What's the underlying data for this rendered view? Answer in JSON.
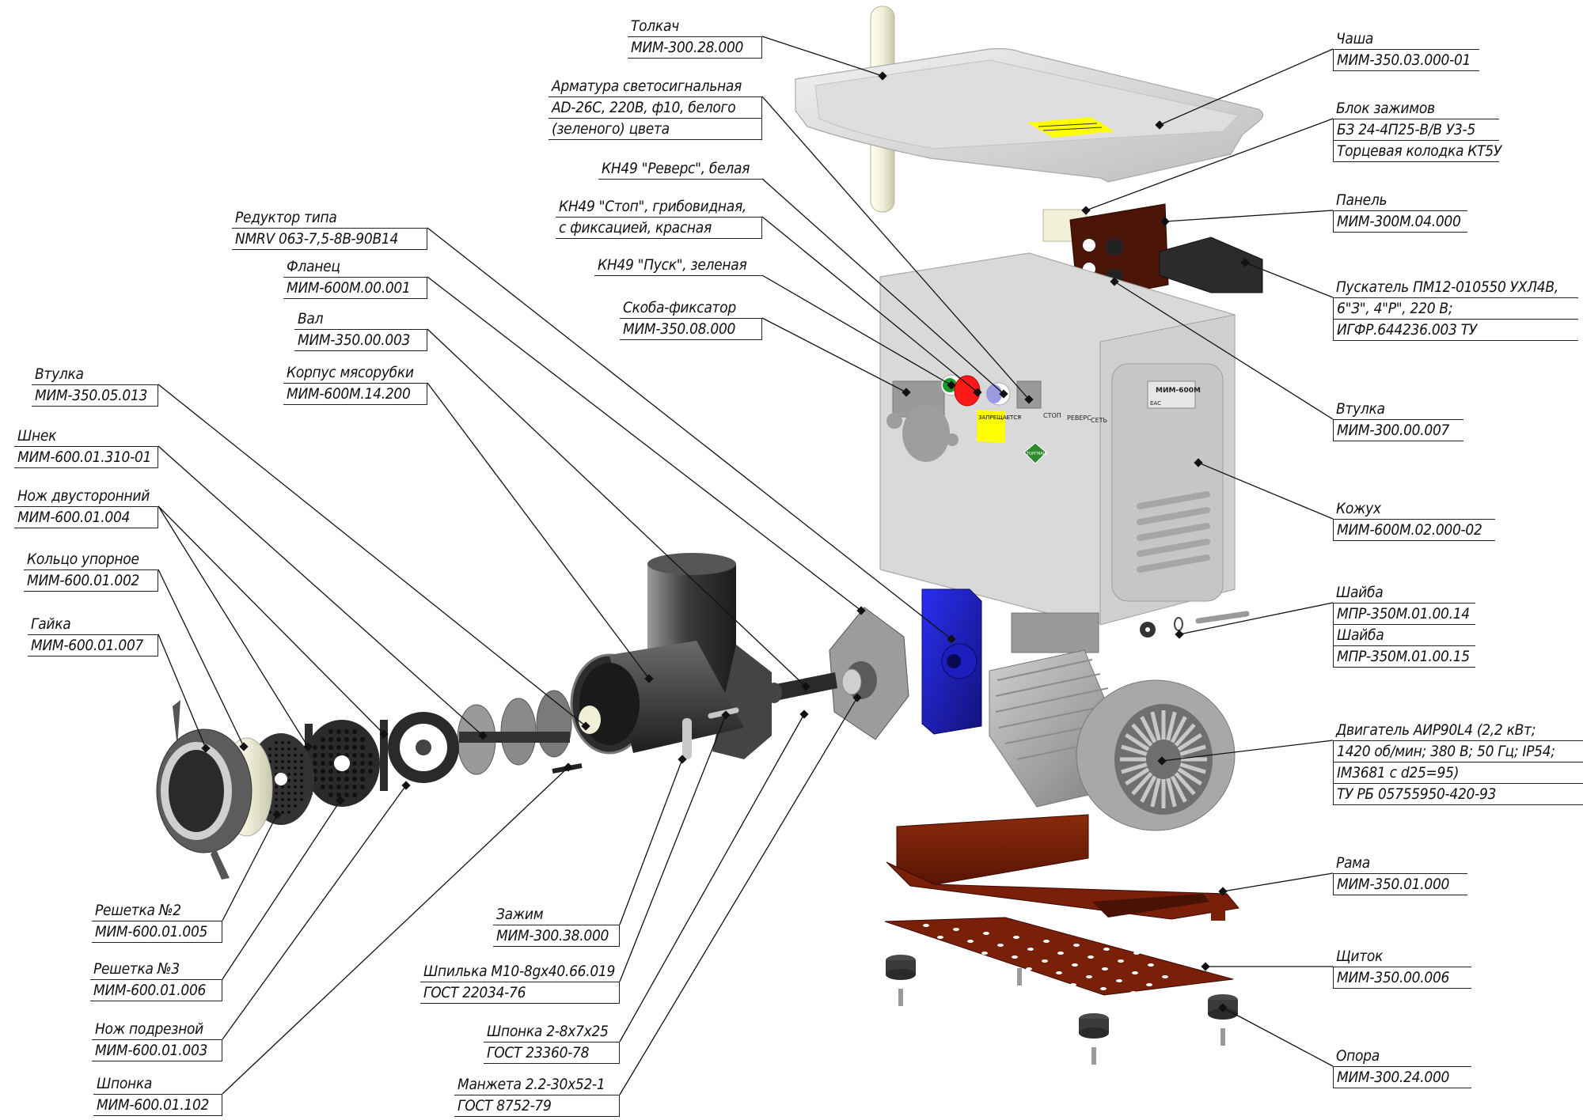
{
  "diagram": {
    "title": "МИМ-600М exploded view",
    "colors": {
      "steel_light": "#dcdcdc",
      "steel_dark": "#3a3a3a",
      "gearbox_blue": "#1f22d6",
      "frame_red": "#7a1f08",
      "panel_brown": "#4a1406",
      "pusher_cream": "#eeecd6",
      "warning_yellow": "#ffff00",
      "button_green": "#1a9a2a",
      "button_red": "#ff1a1a",
      "button_white": "#9a9ae0",
      "leader": "#111111"
    },
    "machine_label": {
      "nameplate": "МИМ-600М",
      "nameplate_mark": "EAC",
      "warning": "ЗАПРЕЩАЕТСЯ",
      "switch_labels": [
        "СТОП",
        "РЕВЕРС",
        "СЕТЬ"
      ],
      "badge": "ТОРГМАШ"
    },
    "callouts": [
      {
        "id": "tolkach",
        "lines": [
          "Толкач",
          "МИМ-300.28.000"
        ]
      },
      {
        "id": "armatura",
        "lines": [
          "Арматура светосигнальная",
          "AD-26C, 220В, ф10, белого",
          "(зеленого) цвета"
        ]
      },
      {
        "id": "kn49-revers",
        "lines": [
          "КН49 \"Реверс\", белая"
        ]
      },
      {
        "id": "kn49-stop",
        "lines": [
          "КН49 \"Стоп\", грибовидная,",
          "с фиксацией, красная"
        ]
      },
      {
        "id": "kn49-pusk",
        "lines": [
          "КН49 \"Пуск\", зеленая"
        ]
      },
      {
        "id": "skoba",
        "lines": [
          "Скоба-фиксатор",
          "МИМ-350.08.000"
        ]
      },
      {
        "id": "reduktor",
        "lines": [
          "Редуктор типа",
          "NMRV 063-7,5-8B-90B14"
        ]
      },
      {
        "id": "flanec",
        "lines": [
          "Фланец",
          "МИМ-600М.00.001"
        ]
      },
      {
        "id": "val",
        "lines": [
          "Вал",
          "МИМ-350.00.003"
        ]
      },
      {
        "id": "korpus",
        "lines": [
          "Корпус мясорубки",
          "МИМ-600М.14.200"
        ]
      },
      {
        "id": "vtulka-left",
        "lines": [
          "Втулка",
          "МИМ-350.05.013"
        ]
      },
      {
        "id": "shnek",
        "lines": [
          "Шнек",
          "МИМ-600.01.310-01"
        ]
      },
      {
        "id": "nozh-dvust",
        "lines": [
          "Нож двусторонний",
          "МИМ-600.01.004"
        ]
      },
      {
        "id": "kolco",
        "lines": [
          "Кольцо упорное",
          "МИМ-600.01.002"
        ]
      },
      {
        "id": "gaika",
        "lines": [
          "Гайка",
          "МИМ-600.01.007"
        ]
      },
      {
        "id": "reshetka2",
        "lines": [
          "Решетка №2",
          "МИМ-600.01.005"
        ]
      },
      {
        "id": "reshetka3",
        "lines": [
          "Решетка №3",
          "МИМ-600.01.006"
        ]
      },
      {
        "id": "nozh-podrez",
        "lines": [
          "Нож подрезной",
          "МИМ-600.01.003"
        ]
      },
      {
        "id": "shponka-left",
        "lines": [
          "Шпонка",
          "МИМ-600.01.102"
        ]
      },
      {
        "id": "zazhim",
        "lines": [
          "Зажим",
          "МИМ-300.38.000"
        ]
      },
      {
        "id": "shpilka",
        "lines": [
          "Шпилька М10-8gx40.66.019",
          "ГОСТ 22034-76"
        ]
      },
      {
        "id": "shponka-mid",
        "lines": [
          "Шпонка 2-8х7х25",
          "ГОСТ 23360-78"
        ]
      },
      {
        "id": "manzheta",
        "lines": [
          "Манжета 2.2-30х52-1",
          "ГОСТ 8752-79"
        ]
      },
      {
        "id": "chasha",
        "lines": [
          "Чаша",
          "МИМ-350.03.000-01"
        ]
      },
      {
        "id": "blok",
        "lines": [
          "Блок зажимов",
          "БЗ 24-4П25-В/В У3-5",
          "Торцевая колодка КТ5У"
        ]
      },
      {
        "id": "panel",
        "lines": [
          "Панель",
          "МИМ-300М.04.000"
        ]
      },
      {
        "id": "puskatel",
        "lines": [
          "Пускатель ПМ12-010550 УХЛ4В,",
          "6\"З\", 4\"Р\", 220 В;",
          "ИГФР.644236.003 ТУ"
        ]
      },
      {
        "id": "vtulka-right",
        "lines": [
          "Втулка",
          "МИМ-300.00.007"
        ]
      },
      {
        "id": "kozhuh",
        "lines": [
          "Кожух",
          "МИМ-600М.02.000-02"
        ]
      },
      {
        "id": "shaiba",
        "lines": [
          "Шайба",
          "МПР-350М.01.00.14",
          "Шайба",
          "МПР-350М.01.00.15"
        ]
      },
      {
        "id": "dvigatel",
        "lines": [
          "Двигатель АИР90L4 (2,2 кВт;",
          "1420 об/мин; 380 В; 50 Гц; IP54;",
          "IM3681 с d25=95)",
          "ТУ РБ 05755950-420-93"
        ]
      },
      {
        "id": "rama",
        "lines": [
          "Рама",
          "МИМ-350.01.000"
        ]
      },
      {
        "id": "shitok",
        "lines": [
          "Щиток",
          "МИМ-350.00.006"
        ]
      },
      {
        "id": "opora",
        "lines": [
          "Опора",
          "МИМ-300.24.000"
        ]
      }
    ]
  }
}
